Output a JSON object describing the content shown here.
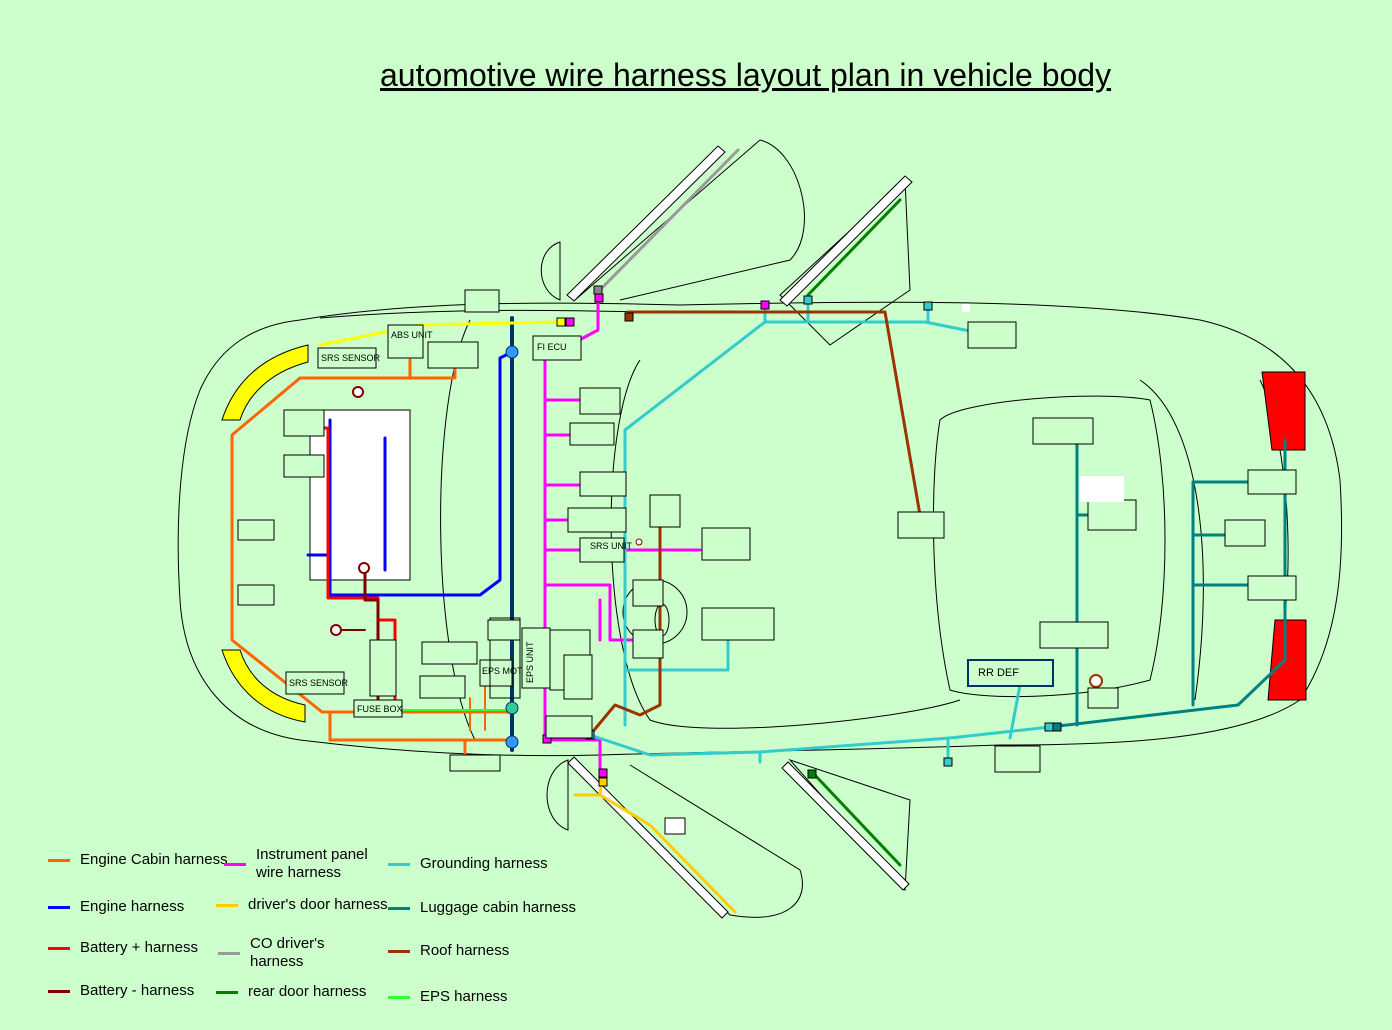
{
  "title": "automotive wire harness layout plan in vehicle body",
  "labels": {
    "srs_sensor": "SRS SENSOR",
    "fi_ecu": "FI ECU",
    "fuse_box": "FUSE BOX",
    "rr_def": "RR DEF",
    "eps_unit": "EPS UNIT",
    "eps_motor": "EPS MOTOR",
    "abs_unit": "ABS UNIT",
    "srs_unit": "SRS UNIT"
  },
  "legend": [
    {
      "label": "Engine Cabin harness",
      "color": "#ff6600"
    },
    {
      "label": "Instrument panel wire harness",
      "color": "#ff00ff"
    },
    {
      "label": "Grounding harness",
      "color": "#33cccc"
    },
    {
      "label": "Engine harness",
      "color": "#0000ff"
    },
    {
      "label": "driver's door harness",
      "color": "#ffcc00"
    },
    {
      "label": "Luggage cabin harness",
      "color": "#008080"
    },
    {
      "label": "Battery + harness",
      "color": "#ff0000"
    },
    {
      "label": "CO driver's harness",
      "color": "#999999"
    },
    {
      "label": "Roof harness",
      "color": "#993300"
    },
    {
      "label": "Battery - harness",
      "color": "#800000"
    },
    {
      "label": "rear door harness",
      "color": "#008000"
    },
    {
      "label": "EPS harness",
      "color": "#33ff33"
    }
  ]
}
